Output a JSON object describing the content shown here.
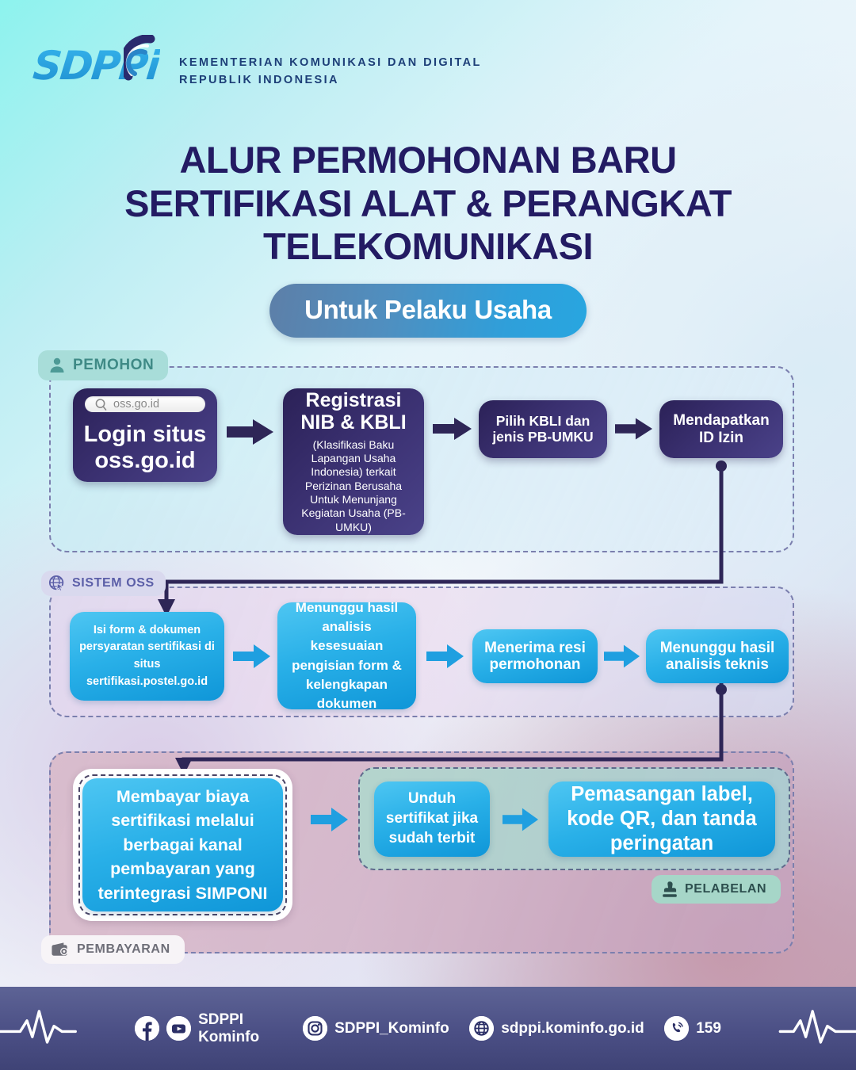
{
  "header": {
    "logo_text": "SDPPi",
    "logo_icon": "signal-arc-icon",
    "ministry_line1": "KEMENTERIAN KOMUNIKASI DAN DIGITAL",
    "ministry_line2": "REPUBLIK INDONESIA"
  },
  "title": {
    "line1": "ALUR PERMOHONAN BARU",
    "line2": "SERTIFIKASI ALAT & PERANGKAT",
    "line3": "TELEKOMUNIKASI",
    "subtitle_pill": "Untuk Pelaku Usaha"
  },
  "sections": {
    "pemohon": {
      "tag": "PEMOHON",
      "icon": "person-icon"
    },
    "sistem_oss": {
      "tag": "SISTEM OSS",
      "icon": "globe-cursor-icon"
    },
    "pembayaran": {
      "tag": "PEMBAYARAN",
      "icon": "wallet-icon"
    },
    "pelabelan": {
      "tag": "PELABELAN",
      "icon": "stamp-icon"
    }
  },
  "steps": {
    "login": {
      "search_value": "oss.go.id",
      "search_icon": "search-icon",
      "title": "Login situs oss.go.id"
    },
    "registrasi": {
      "title": "Registrasi NIB & KBLI",
      "subtitle": "(Klasifikasi Baku Lapangan Usaha Indonesia) terkait Perizinan Berusaha Untuk Menunjang Kegiatan Usaha (PB-UMKU)"
    },
    "pilih_kbli": {
      "title": "Pilih KBLI dan jenis PB-UMKU"
    },
    "id_izin": {
      "title": "Mendapatkan ID Izin"
    },
    "isi_form": {
      "title": "Isi form & dokumen persyaratan sertifikasi di situs sertifikasi.postel.go.id"
    },
    "menunggu_analisis": {
      "title": "Menunggu hasil analisis kesesuaian pengisian form & kelengkapan dokumen"
    },
    "resi": {
      "title": "Menerima resi permohonan"
    },
    "analisis_teknis": {
      "title": "Menunggu hasil analisis teknis"
    },
    "membayar": {
      "title": "Membayar biaya sertifikasi melalui berbagai kanal pembayaran yang terintegrasi SIMPONI"
    },
    "unduh": {
      "title": "Unduh sertifikat jika sudah terbit"
    },
    "pelabelan_step": {
      "title": "Pemasangan label, kode QR, dan tanda peringatan"
    }
  },
  "footer": {
    "items": [
      {
        "icon": "facebook-youtube-icon",
        "label": "SDPPI Kominfo"
      },
      {
        "icon": "instagram-icon",
        "label": "SDPPI_Kominfo"
      },
      {
        "icon": "globe-icon",
        "label": "sdppi.kominfo.go.id"
      },
      {
        "icon": "phone-icon",
        "label": "159"
      }
    ],
    "pulse_icon": "heartbeat-line-icon"
  },
  "colors": {
    "brand_dark": "#231b63",
    "brand_blue": "#29b0e8",
    "card_dark": "#3a3070",
    "ministry_text": "#1d3f78",
    "footer_bg": "#4b4f85"
  }
}
